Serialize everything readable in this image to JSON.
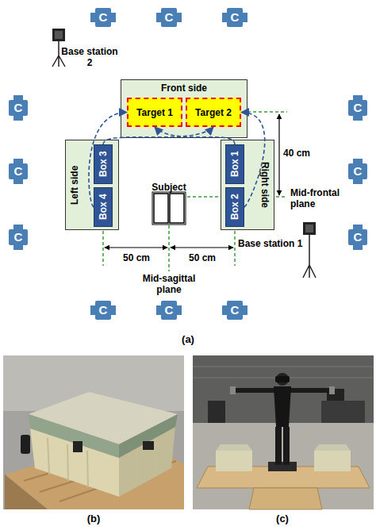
{
  "diagram": {
    "nodes": [
      {
        "text": [
          "C"
        ]
      },
      {
        "text": [
          "C"
        ]
      },
      {
        "text": [
          "C"
        ]
      },
      {
        "text": [
          "Front side"
        ]
      },
      {
        "text": [
          "Target 1"
        ],
        "in": 3
      },
      {
        "text": [
          "Target 2"
        ],
        "in": 3
      },
      {
        "text": [
          "Left side"
        ]
      },
      {
        "text": [
          "Box 3"
        ],
        "in": 6
      },
      {
        "text": [
          "Box 4"
        ],
        "in": 6
      },
      {
        "text": [
          "Subject"
        ]
      },
      {
        "text": [
          "Right side"
        ]
      },
      {
        "text": [
          "Box 1"
        ],
        "in": 10
      },
      {
        "text": [
          "Box 2"
        ],
        "in": 10
      },
      {
        "text": [
          "C"
        ]
      },
      {
        "text": [
          "C"
        ]
      },
      {
        "text": [
          "C"
        ]
      },
      {
        "text": [
          "C"
        ]
      },
      {
        "text": [
          "C"
        ]
      },
      {
        "text": [
          "C"
        ]
      },
      {
        "text": [
          "C"
        ]
      },
      {
        "text": [
          "C"
        ]
      },
      {
        "text": [
          "C"
        ]
      }
    ],
    "edges": [
      {
        "from": 8,
        "to": 4,
        "arrow": "to"
      },
      {
        "from": 7,
        "to": 5,
        "arrow": "to"
      },
      {
        "from": 11,
        "to": 4,
        "arrow": "to"
      },
      {
        "from": 12,
        "to": 5,
        "arrow": "to"
      }
    ],
    "labels": [
      "Base station 2",
      "40 cm",
      "Mid-frontal plane",
      "Base station 1",
      "50 cm",
      "50 cm",
      "Mid-sagittal plane",
      "(a)",
      "(b)",
      "(c)"
    ]
  }
}
